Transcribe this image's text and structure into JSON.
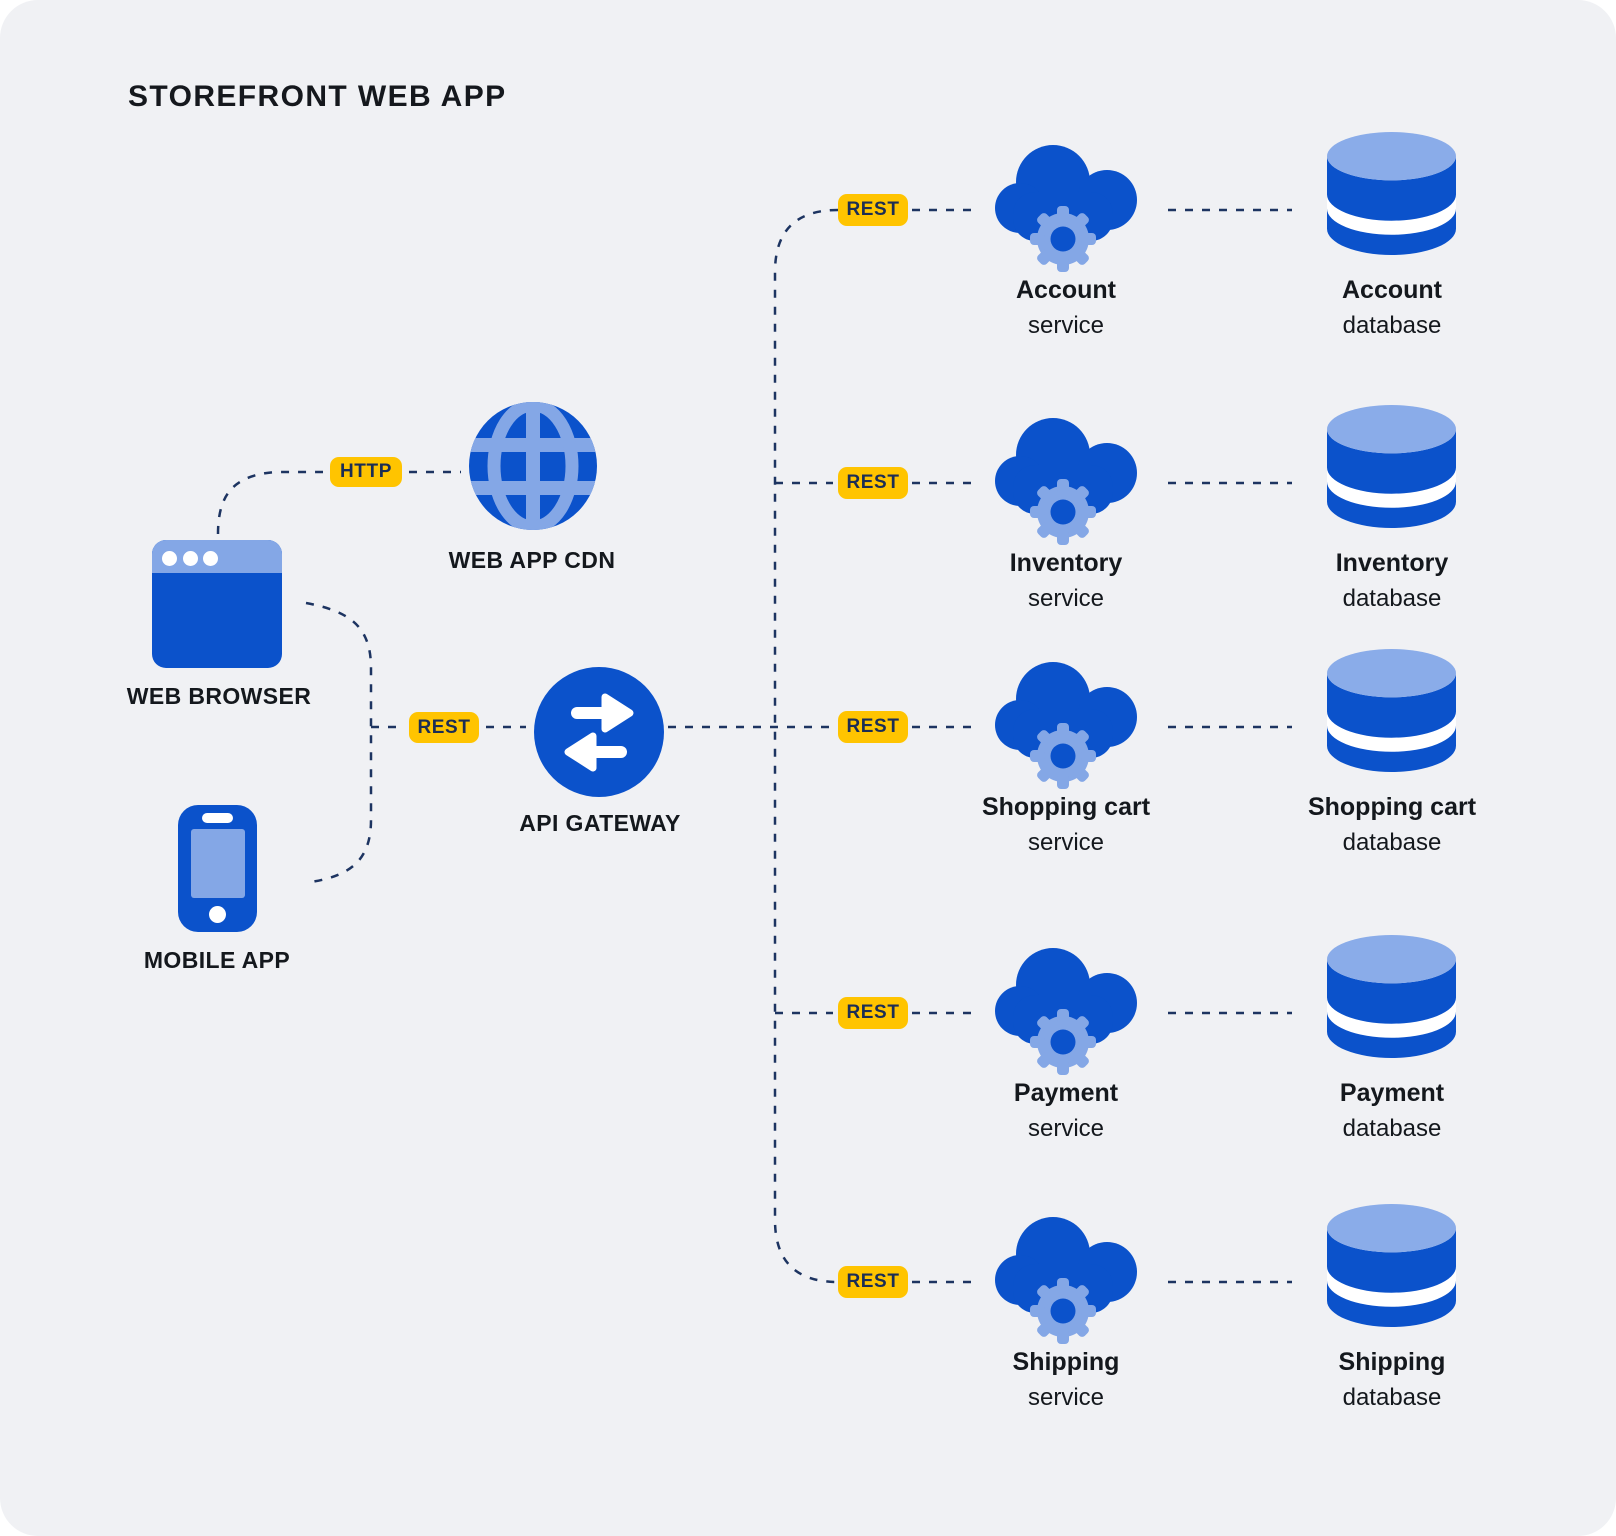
{
  "title": "STOREFRONT WEB APP",
  "badges": {
    "http": "HTTP",
    "rest": "REST"
  },
  "nodes": {
    "web_browser": "WEB BROWSER",
    "web_app_cdn": "WEB APP CDN",
    "api_gateway": "API GATEWAY",
    "mobile_app": "MOBILE APP"
  },
  "services": [
    {
      "service_line1": "Account",
      "service_line2": "service",
      "db_line1": "Account",
      "db_line2": "database"
    },
    {
      "service_line1": "Inventory",
      "service_line2": "service",
      "db_line1": "Inventory",
      "db_line2": "database"
    },
    {
      "service_line1": "Shopping cart",
      "service_line2": "service",
      "db_line1": "Shopping cart",
      "db_line2": "database"
    },
    {
      "service_line1": "Payment",
      "service_line2": "service",
      "db_line1": "Payment",
      "db_line2": "database"
    },
    {
      "service_line1": "Shipping",
      "service_line2": "service",
      "db_line1": "Shipping",
      "db_line2": "database"
    }
  ],
  "colors": {
    "background": "#F0F1F4",
    "primary_blue": "#0B52CB",
    "light_blue": "#84A7E6",
    "database_top_blue": "#8AACE9",
    "badge_yellow": "#FFC400",
    "badge_text_navy": "#1B2D55",
    "wire_navy": "#1D3461",
    "label_black": "#14181D"
  }
}
